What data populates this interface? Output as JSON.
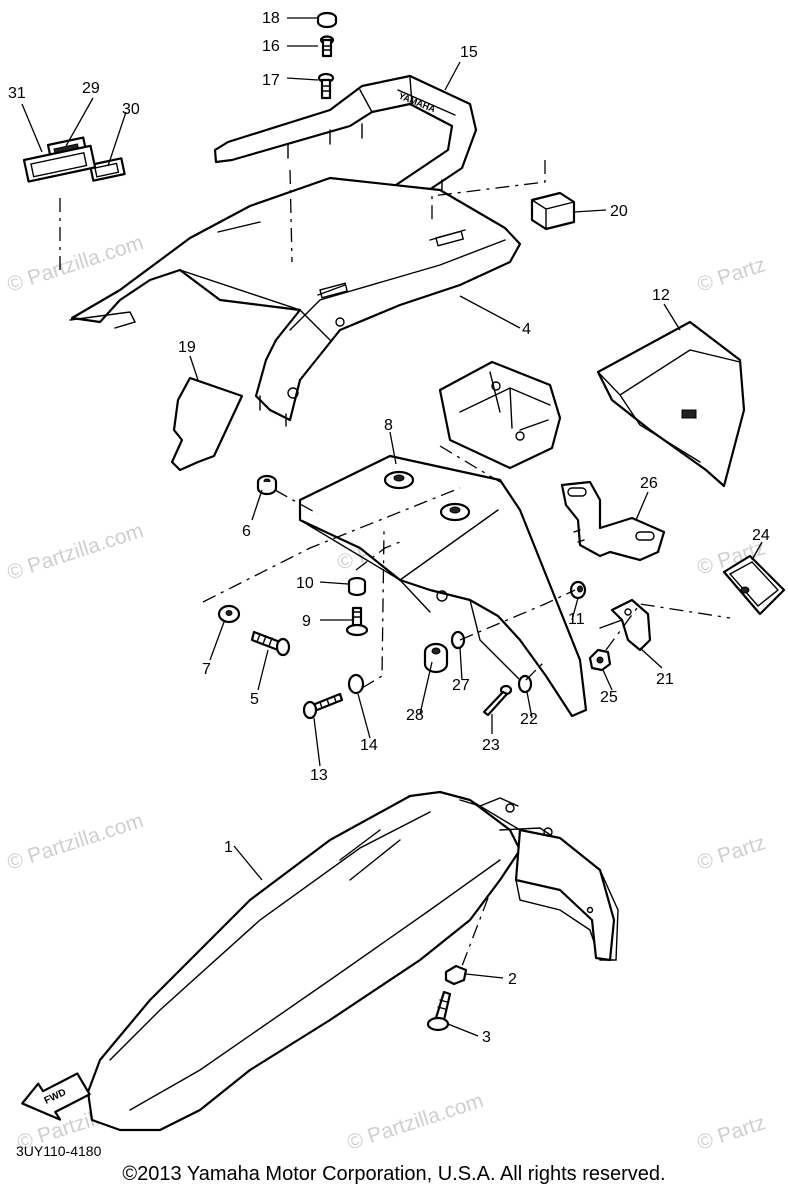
{
  "callouts": [
    {
      "id": "1",
      "label": "1"
    },
    {
      "id": "2",
      "label": "2"
    },
    {
      "id": "3",
      "label": "3"
    },
    {
      "id": "4",
      "label": "4"
    },
    {
      "id": "5",
      "label": "5"
    },
    {
      "id": "6",
      "label": "6"
    },
    {
      "id": "7",
      "label": "7"
    },
    {
      "id": "8",
      "label": "8"
    },
    {
      "id": "9",
      "label": "9"
    },
    {
      "id": "10",
      "label": "10"
    },
    {
      "id": "11",
      "label": "11"
    },
    {
      "id": "12",
      "label": "12"
    },
    {
      "id": "13",
      "label": "13"
    },
    {
      "id": "14",
      "label": "14"
    },
    {
      "id": "15",
      "label": "15"
    },
    {
      "id": "16",
      "label": "16"
    },
    {
      "id": "17",
      "label": "17"
    },
    {
      "id": "18",
      "label": "18"
    },
    {
      "id": "19",
      "label": "19"
    },
    {
      "id": "20",
      "label": "20"
    },
    {
      "id": "21",
      "label": "21"
    },
    {
      "id": "22",
      "label": "22"
    },
    {
      "id": "23",
      "label": "23"
    },
    {
      "id": "24",
      "label": "24"
    },
    {
      "id": "25",
      "label": "25"
    },
    {
      "id": "26",
      "label": "26"
    },
    {
      "id": "27",
      "label": "27"
    },
    {
      "id": "28",
      "label": "28"
    },
    {
      "id": "29",
      "label": "29"
    },
    {
      "id": "30",
      "label": "30"
    },
    {
      "id": "31",
      "label": "31"
    }
  ],
  "watermark": "© Partzilla.com",
  "watermark_short": "© Partz",
  "fwd_label": "FWD",
  "diagram_code": "3UY110-4180",
  "copyright": "©2013  Yamaha Motor Corporation, U.S.A. All rights reserved.",
  "colors": {
    "line": "#000000",
    "background": "#ffffff",
    "watermark": "#cfcfcf"
  }
}
